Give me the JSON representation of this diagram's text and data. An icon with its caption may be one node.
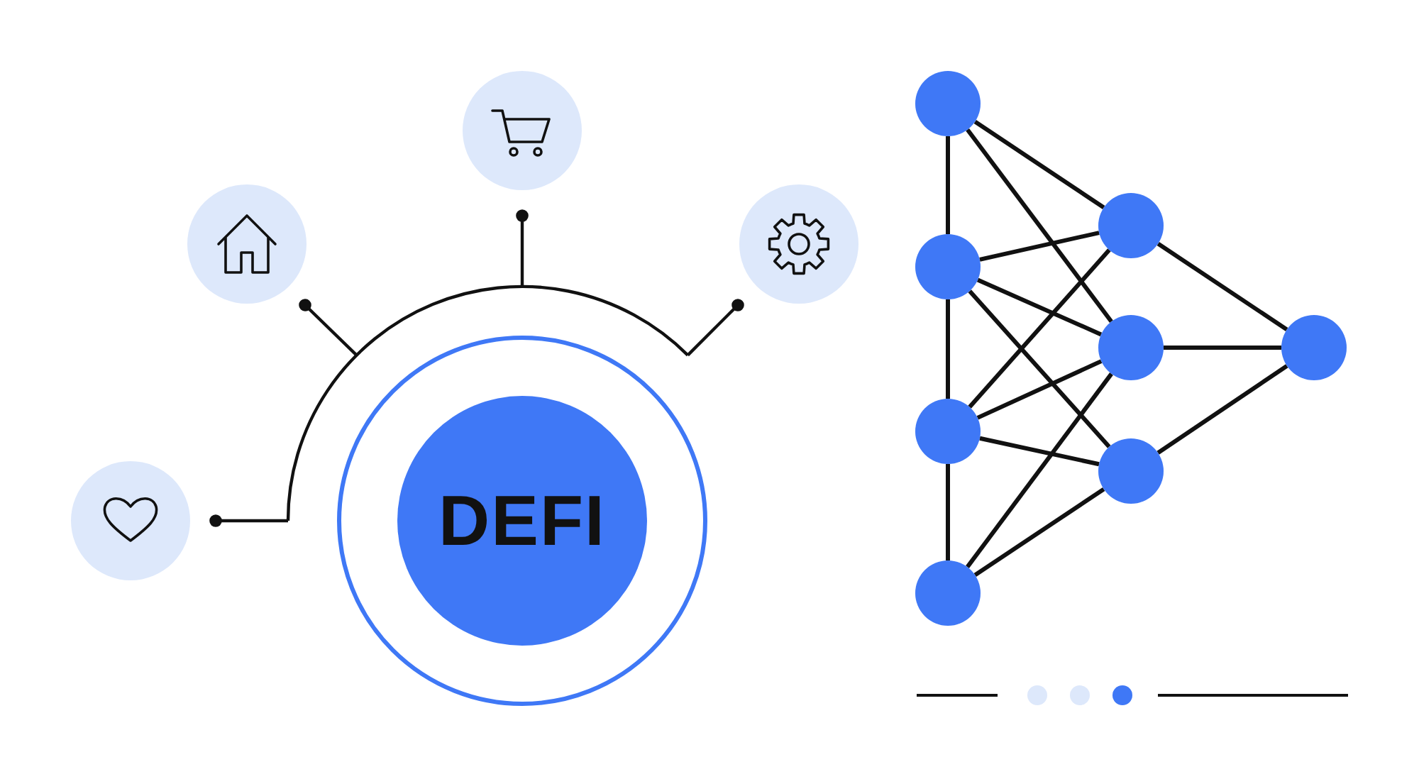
{
  "diagram": {
    "nodes": [
      {
        "text": [
          "DEFI"
        ]
      },
      {
        "text": [],
        "shape": "circle"
      },
      {
        "text": [],
        "shape": "circle"
      },
      {
        "text": [],
        "shape": "circle"
      },
      {
        "text": [],
        "shape": "circle"
      },
      {
        "text": [],
        "shape": "circle"
      },
      {
        "text": [],
        "shape": "circle"
      },
      {
        "text": [],
        "shape": "circle"
      },
      {
        "text": [],
        "shape": "circle"
      },
      {
        "text": [],
        "shape": "circle"
      },
      {
        "text": [],
        "shape": "circle"
      },
      {
        "text": [],
        "shape": "circle"
      },
      {
        "text": [],
        "shape": "circle"
      }
    ],
    "edges": [
      {
        "from": 0,
        "to": 1,
        "arrow": "other"
      },
      {
        "from": 0,
        "to": 2,
        "arrow": "other"
      },
      {
        "from": 0,
        "to": 3,
        "arrow": "other"
      },
      {
        "from": 0,
        "to": 4,
        "arrow": "other"
      },
      {
        "from": 5,
        "to": 6,
        "arrow": "none"
      },
      {
        "from": 6,
        "to": 7,
        "arrow": "none"
      },
      {
        "from": 7,
        "to": 8,
        "arrow": "none"
      },
      {
        "from": 5,
        "to": 9,
        "arrow": "none"
      },
      {
        "from": 5,
        "to": 10,
        "arrow": "none"
      },
      {
        "from": 6,
        "to": 9,
        "arrow": "none"
      },
      {
        "from": 6,
        "to": 10,
        "arrow": "none"
      },
      {
        "from": 6,
        "to": 11,
        "arrow": "none"
      },
      {
        "from": 7,
        "to": 9,
        "arrow": "none"
      },
      {
        "from": 7,
        "to": 10,
        "arrow": "none"
      },
      {
        "from": 7,
        "to": 11,
        "arrow": "none"
      },
      {
        "from": 8,
        "to": 10,
        "arrow": "none"
      },
      {
        "from": 8,
        "to": 11,
        "arrow": "none"
      },
      {
        "from": 9,
        "to": 12,
        "arrow": "none"
      },
      {
        "from": 10,
        "to": 12,
        "arrow": "none"
      },
      {
        "from": 11,
        "to": 12,
        "arrow": "none"
      }
    ]
  }
}
